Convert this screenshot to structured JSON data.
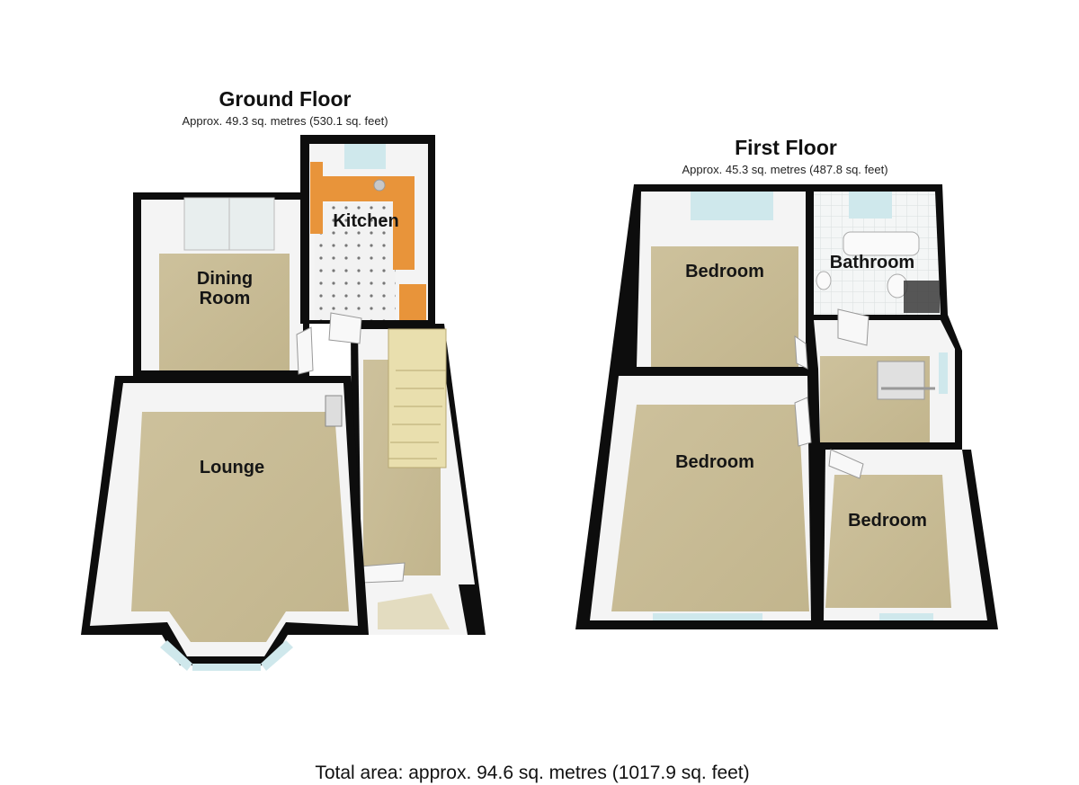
{
  "ground_floor": {
    "title": "Ground Floor",
    "area": "Approx.  49.3 sq. metres (530.1 sq. feet)",
    "rooms": {
      "kitchen": "Kitchen",
      "dining_line1": "Dining",
      "dining_line2": "Room",
      "lounge": "Lounge"
    }
  },
  "first_floor": {
    "title": "First Floor",
    "area": "Approx.  45.3 sq. metres (487.8 sq. feet)",
    "rooms": {
      "bedroom_top": "Bedroom",
      "bathroom": "Bathroom",
      "bedroom_large": "Bedroom",
      "bedroom_small": "Bedroom"
    }
  },
  "total_area": "Total area: approx.  94.6 sq. metres (1017.9 sq. feet)",
  "colors": {
    "wall": "#0d0d0d",
    "floor_carpet": "#c9bd96",
    "wall_inner": "#f4f4f4",
    "kitchen_units": "#e8943a",
    "window": "#cfe8ec"
  }
}
